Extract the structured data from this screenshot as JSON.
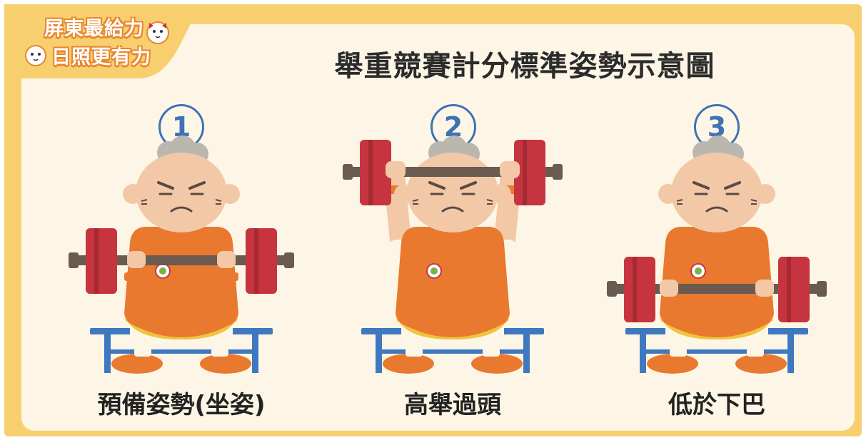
{
  "logo": {
    "line1": "屏東最給力",
    "line2": "日照更有力"
  },
  "title": "舉重競賽計分標準姿勢示意圖",
  "steps": [
    {
      "number": "1",
      "caption": "預備姿勢(坐姿)"
    },
    {
      "number": "2",
      "caption": "高舉過頭"
    },
    {
      "number": "3",
      "caption": "低於下巴"
    }
  ],
  "colors": {
    "frame": "#f7cf6e",
    "panel": "#fdf6e6",
    "number_ring": "#3e72b6",
    "bench": "#3e78c0",
    "plate": "#c6343f",
    "bar": "#6b5a50",
    "suit": "#e8792e",
    "skin": "#f3c8a6",
    "hair": "#b9b7ae"
  }
}
